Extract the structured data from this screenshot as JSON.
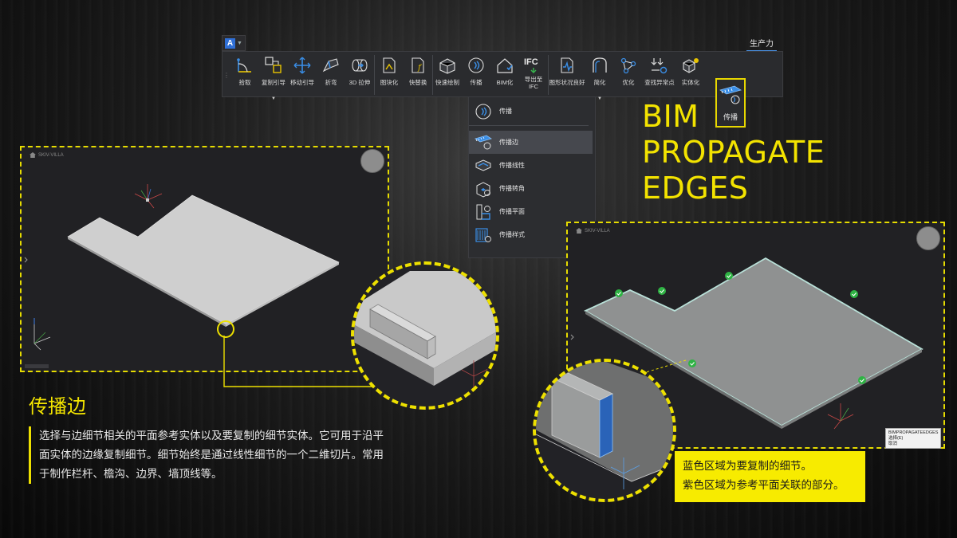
{
  "ribbon": {
    "active_tab": "生产力",
    "groups": [
      {
        "buttons": [
          {
            "id": "select",
            "label": "拾取"
          },
          {
            "id": "copy-guide",
            "label": "复制引导",
            "caret": true
          },
          {
            "id": "move-guide",
            "label": "移动引导"
          },
          {
            "id": "fold",
            "label": "折弯"
          },
          {
            "id": "extrude",
            "label": "3D 拉伸"
          }
        ]
      },
      {
        "buttons": [
          {
            "id": "chart",
            "label": "图块化"
          },
          {
            "id": "fast-replace",
            "label": "快替换"
          }
        ]
      },
      {
        "buttons": [
          {
            "id": "quick-draw",
            "label": "快速绘制"
          },
          {
            "id": "propagate",
            "label": "传播",
            "caret": true
          },
          {
            "id": "bimify",
            "label": "BIM化"
          },
          {
            "id": "export-ifc",
            "label": "导出至\nIFC"
          }
        ]
      },
      {
        "buttons": [
          {
            "id": "graph-status",
            "label": "图形状况良好"
          },
          {
            "id": "simplify",
            "label": "简化",
            "caret": true
          },
          {
            "id": "optimize",
            "label": "优化"
          },
          {
            "id": "find-anomaly",
            "label": "查找异常点"
          },
          {
            "id": "solidify",
            "label": "实体化"
          }
        ]
      }
    ],
    "ifc_text": "IFC"
  },
  "dropdown": {
    "header_label": "传播",
    "items": [
      {
        "label": "传播边",
        "active": true
      },
      {
        "label": "传播线性"
      },
      {
        "label": "传播转角"
      },
      {
        "label": "传播平面"
      },
      {
        "label": "传播样式"
      }
    ]
  },
  "title": {
    "lines": [
      "BIM",
      "PROPAGATE",
      "EDGES"
    ],
    "icon_label": "传播"
  },
  "viewports": {
    "left": {
      "crumb": "SKIV-VILLA"
    },
    "right": {
      "crumb": "SKIV-VILLA",
      "popup": {
        "line1": "BIMPROPAGATEEDGES",
        "line2": "选择(E)",
        "line3": "取消"
      }
    }
  },
  "text": {
    "heading": "传播边",
    "body": "选择与边细节相关的平面参考实体以及要复制的细节实体。它可用于沿平面实体的边缘复制细节。细节始终是通过线性细节的一个二维切片。常用于制作栏杆、檐沟、边界、墙顶线等。",
    "note_line1": "蓝色区域为要复制的细节。",
    "note_line2": "紫色区域为参考平面关联的部分。"
  },
  "colors": {
    "accent_yellow": "#f3e300",
    "ribbon_bg": "#2a2b2e",
    "viewport_bg": "#212124",
    "icon_blue": "#3a8ee6"
  }
}
